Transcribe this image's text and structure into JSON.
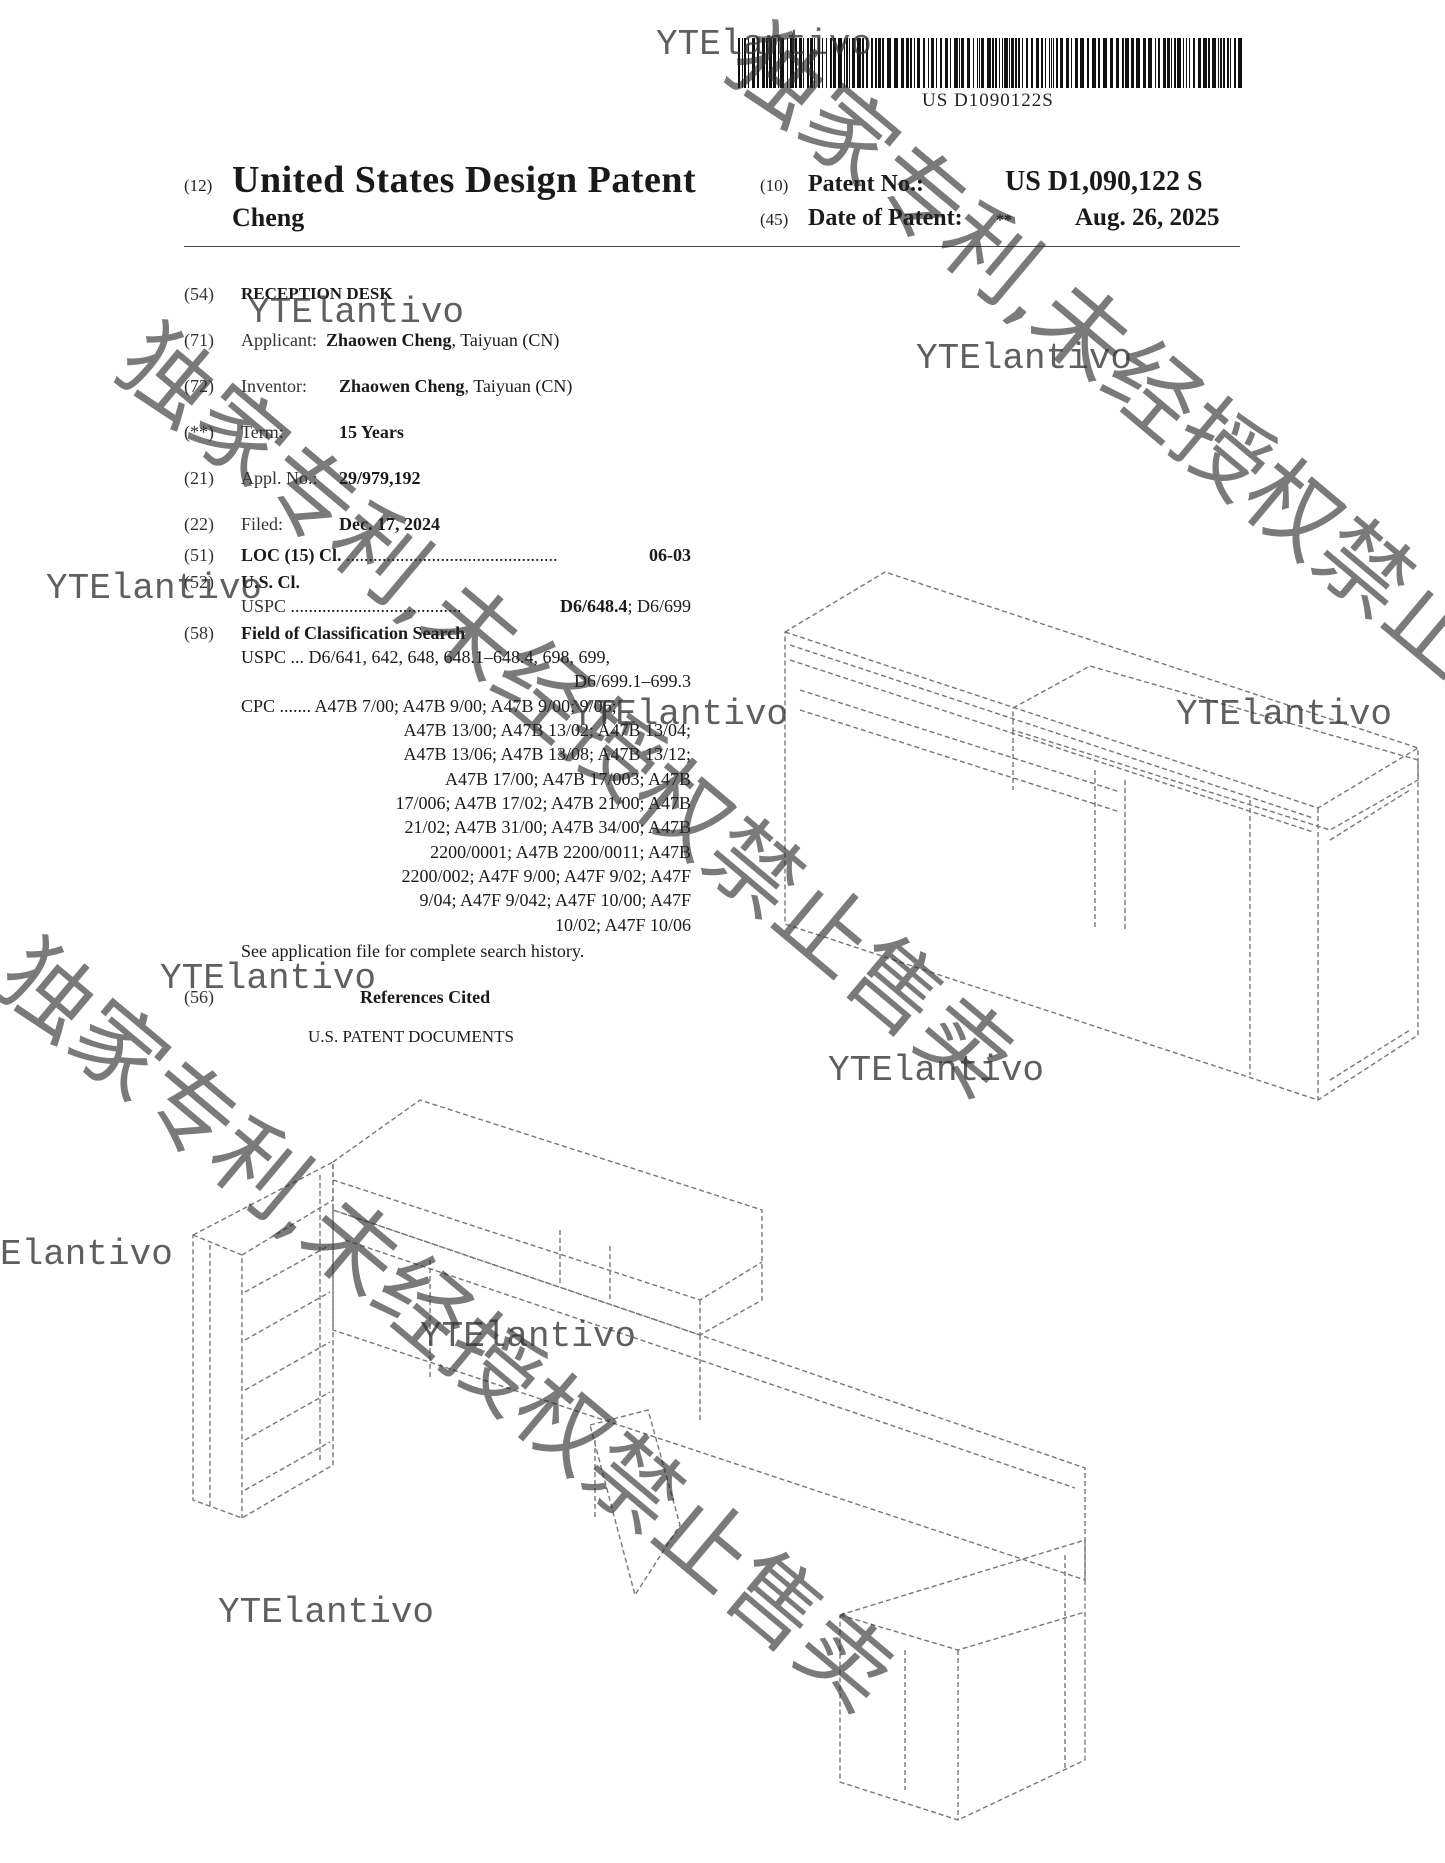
{
  "barcode_label": "US D1090122S",
  "header": {
    "code_12": "(12)",
    "doc_type": "United States Design Patent",
    "inventor_surname": "Cheng",
    "code_10": "(10)",
    "patent_no_label": "Patent No.:",
    "patent_no": "US D1,090,122 S",
    "code_45": "(45)",
    "date_label": "Date of Patent:",
    "date_star": "**",
    "date": "Aug. 26, 2025"
  },
  "biblio": {
    "f54_code": "(54)",
    "title": "RECEPTION DESK",
    "f71_code": "(71)",
    "applicant_label": "Applicant:",
    "applicant_name": "Zhaowen Cheng",
    "applicant_loc": ", Taiyuan (CN)",
    "f72_code": "(72)",
    "inventor_label": "Inventor:",
    "inventor_name": "Zhaowen Cheng",
    "inventor_loc": ", Taiyuan (CN)",
    "f45_code": "(**)",
    "term_label": "Term:",
    "term": "15 Years",
    "f21_code": "(21)",
    "appl_label": "Appl. No.:",
    "appl_no": "29/979,192",
    "f22_code": "(22)",
    "filed_label": "Filed:",
    "filed": "Dec. 17, 2024",
    "f51_code": "(51)",
    "loc_label": "LOC (15) Cl.",
    "loc_dots": "...............................................",
    "loc_value": "06-03",
    "f52_code": "(52)",
    "uscl_label": "U.S. Cl.",
    "uspc_label": "USPC",
    "uspc_dots": "......................................",
    "uspc_main": "D6/648.4",
    "uspc_rest": "; D6/699",
    "f58_code": "(58)",
    "field_label": "Field of Classification Search",
    "search_uspc_1": "USPC ... D6/641, 642, 648, 648.1–648.4, 698, 699,",
    "search_uspc_2": "D6/699.1–699.3",
    "cpc_1": "CPC ....... A47B 7/00; A47B 9/00; A47B 9/00; 9/06;",
    "cpc_2": "A47B 13/00; A47B 13/02; A47B 13/04;",
    "cpc_3": "A47B 13/06; A47B 13/08; A47B 13/12;",
    "cpc_4": "A47B 17/00; A47B 17/003; A47B",
    "cpc_5": "17/006; A47B 17/02; A47B 21/00; A47B",
    "cpc_6": "21/02; A47B 31/00; A47B 34/00; A47B",
    "cpc_7": "2200/0001; A47B 2200/0011; A47B",
    "cpc_8": "2200/002; A47F 9/00; A47F 9/02; A47F",
    "cpc_9": "9/04; A47F 9/042; A47F 10/00; A47F",
    "cpc_10": "10/02; A47F 10/06",
    "search_note": "See application file for complete search history.",
    "f56_code": "(56)",
    "refs_label": "References Cited",
    "us_docs": "U.S. PATENT DOCUMENTS"
  },
  "watermarks": {
    "cn_a": "独家专利,未经授权禁止售卖",
    "cn_b": "独家专利,未经授权禁止售卖",
    "cn_c": "独家专利,未经授权禁止售卖",
    "en": "YTElantivo",
    "en_cut": "Elantivo"
  }
}
